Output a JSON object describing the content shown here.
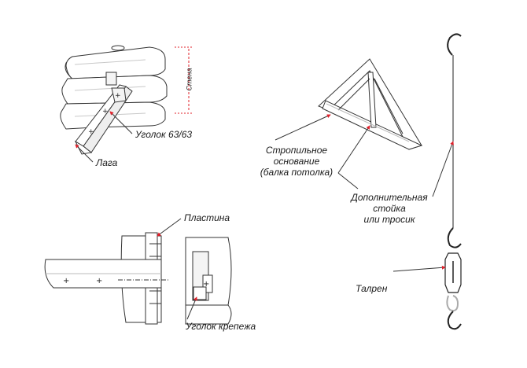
{
  "labels": {
    "wall": "Стена",
    "angle_63": "Уголок 63/63",
    "joist": "Лага",
    "plate": "Пластина",
    "fastening_angle": "Уголок крепежа",
    "rafter_base": [
      "Стропильное",
      "основание",
      "(балка потолка)"
    ],
    "extra_post": [
      "Дополнительная",
      "стойка",
      "или тросик"
    ],
    "turnbuckle": "Талрен"
  },
  "colors": {
    "line": "#333333",
    "wood_fill": "#ffffff",
    "accent": "#e0202a",
    "shade": "#b5b5b5"
  }
}
